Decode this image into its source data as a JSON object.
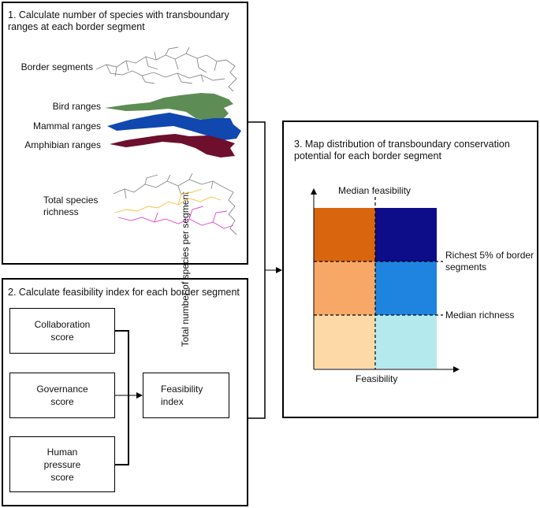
{
  "panel1": {
    "title": "1. Calculate number of species with transboundary ranges at each border segment",
    "border_segments": "Border segments",
    "bird_ranges": "Bird ranges",
    "mammal_ranges": "Mammal ranges",
    "amphibian_ranges": "Amphibian ranges",
    "total_species_richness": "Total species\nrichness"
  },
  "panel2": {
    "title": "2. Calculate feasibility index for each border segment",
    "collaboration": "Collaboration\nscore",
    "governance": "Governance\nscore",
    "human_pressure": "Human\npressure\nscore",
    "feasibility_index": "Feasibility\nindex"
  },
  "panel3": {
    "title": "3. Map distribution of transboundary conservation potential for each border segment",
    "median_feasibility": "Median feasibility",
    "y_axis": "Total number of species per segment",
    "x_axis": "Feasibility",
    "richest": "Richest 5% of border\nsegments",
    "median_richness": "Median richness"
  },
  "colors": {
    "bird": "#5e8c55",
    "mammal": "#1048b0",
    "amphibian": "#6e0f2e",
    "grid_top_left": "#d9660f",
    "grid_top_right": "#0d0d8a",
    "grid_mid_left": "#f7a866",
    "grid_mid_right": "#1e84e0",
    "grid_bottom_left": "#fcd9a6",
    "grid_bottom_right": "#b4eaee"
  }
}
